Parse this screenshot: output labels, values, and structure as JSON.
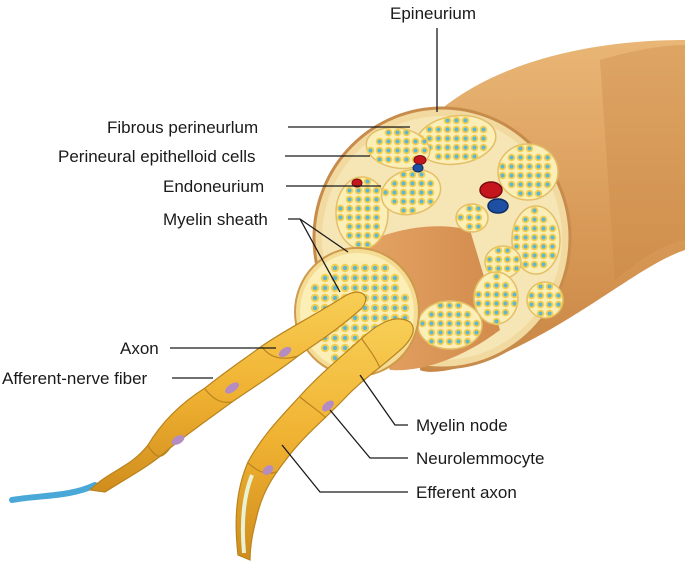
{
  "labels": {
    "epineurium": "Epineurium",
    "fibrous_perineurium": "Fibrous perineurlum",
    "perineural_epithelioid_cells": "Perineural epithelloid cells",
    "endoneurium": "Endoneurium",
    "myelin_sheath": "Myelin sheath",
    "axon": "Axon",
    "afferent_nerve_fiber": "Afferent-nerve fiber",
    "myelin_node": "Myelin node",
    "neurolemmocyte": "Neurolemmocyte",
    "efferent_axon": "Efferent axon"
  },
  "colors": {
    "nerve_trunk": "#e0a865",
    "nerve_trunk_shadow": "#b97a3e",
    "cross_section": "#f6e2a8",
    "fascicle": "#fbeeb6",
    "axon_dot": "#5bb6d8",
    "myelin_ring": "#f3cf4d",
    "myelinated_fiber": "#f2b62e",
    "nucleus": "#b48cc2",
    "artery": "#c4161c",
    "vein": "#1d4fa3",
    "axon_tip": "#4aa8d8"
  }
}
